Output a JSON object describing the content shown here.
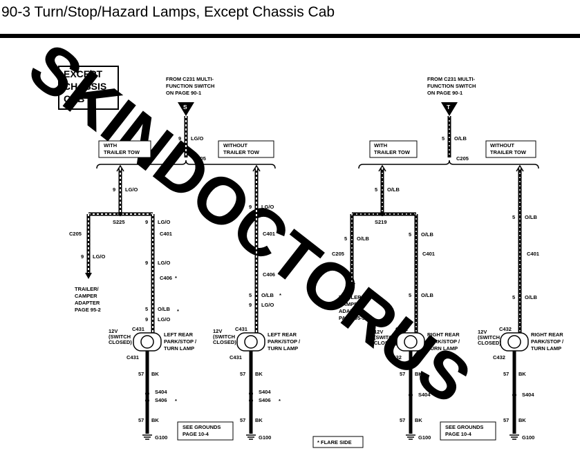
{
  "header": {
    "title": "90-3 Turn/Stop/Hazard Lamps, Except Chassis Cab"
  },
  "watermark": {
    "text": "SKINDOCTORUS",
    "color": "#e4e4e4"
  },
  "colors": {
    "line": "#000000",
    "background": "#ffffff"
  },
  "box": {
    "line1": "EXCEPT",
    "line2": "CHASSIS",
    "line3": "CAB"
  },
  "left": {
    "from_line1": "FROM C231 MULTI-",
    "from_line2": "FUNCTION SWITCH",
    "from_line3": "ON PAGE 90-1",
    "connector_letter": "S",
    "top_wire": "LG/O",
    "c205_top": "C205",
    "with_tow_1": "WITH",
    "with_tow_2": "TRAILER TOW",
    "without_tow_1": "WITHOUT",
    "without_tow_2": "TRAILER TOW",
    "branch_a": {
      "wire_num": "9",
      "wire_color": "LG/O",
      "splice": "S225",
      "c205": "C205",
      "c205_wire_num": "9",
      "c205_wire": "LG/O",
      "trailer_1": "TRAILER/",
      "trailer_2": "CAMPER",
      "trailer_3": "ADAPTER",
      "trailer_4": "PAGE 95-2",
      "seg1_num": "9",
      "seg1_color": "LG/O",
      "c401": "C401",
      "seg2_num": "9",
      "seg2_color": "LG/O",
      "c406": "C406",
      "c406_mark": "*",
      "seg3_num": "5",
      "seg3_color": "O/LB",
      "seg3_mark": "*",
      "seg4_num": "9",
      "seg4_color": "LG/O",
      "c431_top": "C431",
      "v12_1": "12V",
      "v12_2": "(SWITCH",
      "v12_3": "CLOSED)",
      "lamp_1": "LEFT REAR",
      "lamp_2": "PARK/STOP /",
      "lamp_3": "TURN LAMP",
      "c431_bottom": "C431",
      "gnd_num": "57",
      "gnd_color": "BK",
      "s404": "S404",
      "s406": "S406",
      "s406_mark": "*",
      "gnd2_num": "57",
      "gnd2_color": "BK",
      "ground": "G100"
    },
    "branch_b": {
      "seg1_num": "9",
      "seg1_color": "LG/O",
      "c401": "C401",
      "c406": "C406",
      "c406_mark": "*",
      "seg2_num": "5",
      "seg2_color": "O/LB",
      "seg2_mark": "*",
      "seg3_num": "9",
      "seg3_color": "LG/O",
      "c431_top": "C431",
      "v12_1": "12V",
      "v12_2": "(SWITCH",
      "v12_3": "CLOSED)",
      "lamp_1": "LEFT REAR",
      "lamp_2": "PARK/STOP /",
      "lamp_3": "TURN LAMP",
      "c431_bottom": "C431",
      "gnd_num": "57",
      "gnd_color": "BK",
      "s404": "S404",
      "s406": "S406",
      "s406_mark": "*",
      "gnd2_num": "57",
      "gnd2_color": "BK",
      "ground": "G100"
    },
    "see_grounds_1": "SEE GROUNDS",
    "see_grounds_2": "PAGE 10-4"
  },
  "right": {
    "from_line1": "FROM C231 MULTI-",
    "from_line2": "FUNCTION SWITCH",
    "from_line3": "ON PAGE 90-1",
    "connector_letter": "T",
    "top_wire_num": "5",
    "top_wire": "O/LB",
    "c205_top": "C205",
    "with_tow_1": "WITH",
    "with_tow_2": "TRAILER TOW",
    "without_tow_1": "WITHOUT",
    "without_tow_2": "TRAILER TOW",
    "branch_a": {
      "wire_num": "5",
      "wire_color": "O/LB",
      "splice": "S219",
      "c205": "C205",
      "c205_wire_num": "5",
      "c205_wire": "O/LB",
      "trailer_1": "TRAILER/",
      "trailer_2": "CAMPER",
      "trailer_3": "ADAPTER",
      "trailer_4": "PAGE 95-3",
      "seg1_num": "5",
      "seg1_color": "O/LB",
      "c401": "C401",
      "seg2_num": "5",
      "seg2_color": "O/LB",
      "c432_top": "C432",
      "v12_1": "12V",
      "v12_2": "(SWITCH",
      "v12_3": "CLOSED)",
      "lamp_1": "RIGHT REAR",
      "lamp_2": "PARK/STOP /",
      "lamp_3": "TURN LAMP",
      "c432_bottom": "C432",
      "gnd_num": "57",
      "gnd_color": "BK",
      "s404": "S404",
      "gnd2_num": "57",
      "gnd2_color": "BK",
      "ground": "G100"
    },
    "branch_b": {
      "seg1_num": "5",
      "seg1_color": "O/LB",
      "c401": "C401",
      "seg2_num": "5",
      "seg2_color": "O/LB",
      "c432_top": "C432",
      "v12_1": "12V",
      "v12_2": "(SWITCH",
      "v12_3": "CLOSED)",
      "lamp_1": "RIGHT REAR",
      "lamp_2": "PARK/STOP /",
      "lamp_3": "TURN LAMP",
      "c432_bottom": "C432",
      "gnd_num": "57",
      "gnd_color": "BK",
      "s404": "S404",
      "gnd2_num": "57",
      "gnd2_color": "BK",
      "ground": "G100"
    },
    "see_grounds_1": "SEE GROUNDS",
    "see_grounds_2": "PAGE 10-4"
  },
  "flare_note": "* FLARE SIDE"
}
